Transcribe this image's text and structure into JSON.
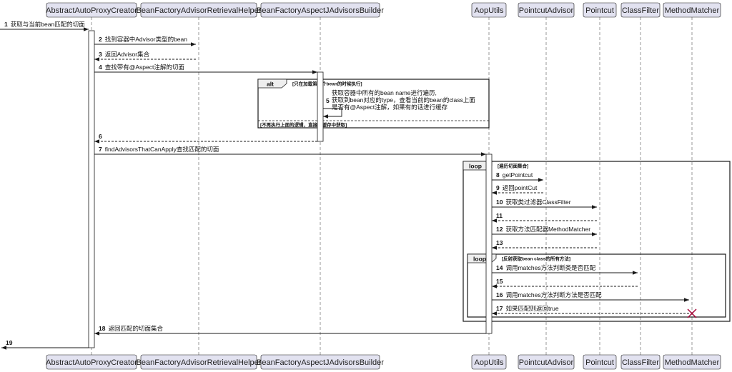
{
  "participants": [
    {
      "id": "aapc",
      "label": "AbstractAutoProxyCreator"
    },
    {
      "id": "bfarh",
      "label": "BeanFactoryAdvisorRetrievalHelper"
    },
    {
      "id": "bfaab",
      "label": "BeanFactoryAspectJAdvisorsBuilder"
    },
    {
      "id": "aop",
      "label": "AopUtils"
    },
    {
      "id": "pa",
      "label": "PointcutAdvisor"
    },
    {
      "id": "pc",
      "label": "Pointcut"
    },
    {
      "id": "cf",
      "label": "ClassFilter"
    },
    {
      "id": "mm",
      "label": "MethodMatcher"
    }
  ],
  "messages": [
    {
      "num": "1",
      "text": "获取与当前bean匹配的切面"
    },
    {
      "num": "2",
      "text": "找到容器中Advisor类型的bean"
    },
    {
      "num": "3",
      "text": "返回Advisor集合"
    },
    {
      "num": "4",
      "text": "查找带有@Aspect注解的切面"
    },
    {
      "num": "5",
      "text": "",
      "lines": [
        "获取容器中所有的bean name进行遍历,",
        "获取到bean对应的type，查看当前的bean的class上面",
        "是否有@Aspect注解，如果有的话进行缓存"
      ]
    },
    {
      "num": "6",
      "text": ""
    },
    {
      "num": "7",
      "text": "findAdvisorsThatCanApply查找匹配的切面"
    },
    {
      "num": "8",
      "text": "getPointcut"
    },
    {
      "num": "9",
      "text": "返回pointCut"
    },
    {
      "num": "10",
      "text": "获取类过滤器ClassFilter"
    },
    {
      "num": "11",
      "text": ""
    },
    {
      "num": "12",
      "text": "获取方法匹配器MethodMatcher"
    },
    {
      "num": "13",
      "text": ""
    },
    {
      "num": "14",
      "text": "调用matches方法判断类是否匹配"
    },
    {
      "num": "15",
      "text": ""
    },
    {
      "num": "16",
      "text": "调用matches方法判断方法是否匹配"
    },
    {
      "num": "17",
      "text": "如果匹配则返回true"
    },
    {
      "num": "18",
      "text": "返回匹配的切面集合"
    },
    {
      "num": "19",
      "text": ""
    }
  ],
  "frames": [
    {
      "kind": "alt",
      "guard": "[只在加载第一个bean的时候执行]",
      "else_guard": "[不再执行上面的逻辑，直接在缓存中获取]"
    },
    {
      "kind": "loop",
      "guard": "[遍历切面集合]"
    },
    {
      "kind": "loop",
      "guard": "[反射获取bean class的所有方法]"
    }
  ],
  "colors": {
    "participant_fill": "#e2e2f0",
    "participant_border": "#181818",
    "lifeline": "#9a9a9a",
    "arrow": "#181818",
    "destroy": "#a80036"
  }
}
